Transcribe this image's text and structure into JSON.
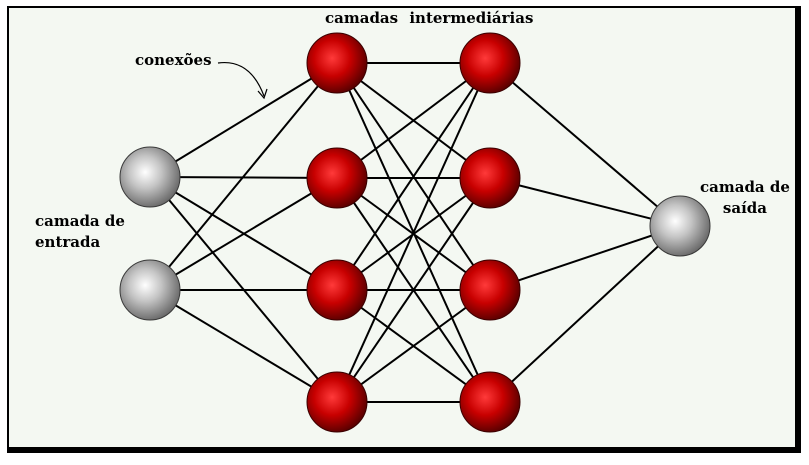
{
  "labels": {
    "connections": "conexões",
    "hidden_word1": "camadas",
    "hidden_word2": "intermediárias",
    "input_line1": "camada de",
    "input_line2": "entrada",
    "output_line1": "camada de",
    "output_line2": "saída"
  },
  "colors": {
    "panel": "#f4f8f2",
    "input_node": "#c8c8c8",
    "hidden_node": "#cc0000",
    "output_node": "#c8c8c8",
    "edge": "#000000"
  },
  "network": {
    "layers": [
      {
        "id": "input",
        "nodes": 2,
        "style": "gray"
      },
      {
        "id": "hidden1",
        "nodes": 4,
        "style": "red"
      },
      {
        "id": "hidden2",
        "nodes": 4,
        "style": "red"
      },
      {
        "id": "output",
        "nodes": 1,
        "style": "gray"
      }
    ],
    "connectivity": "fully-connected"
  }
}
